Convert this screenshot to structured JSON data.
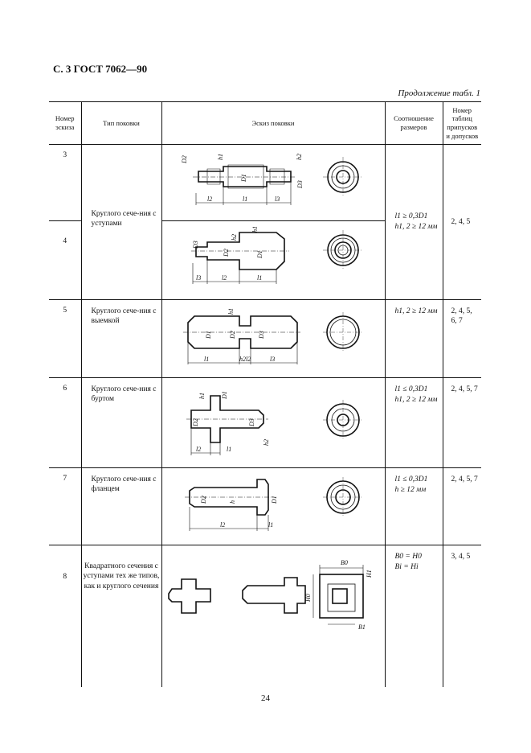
{
  "header": {
    "title": "С. 3 ГОСТ 7062—90",
    "continuation": "Продолжение табл. 1"
  },
  "columns": [
    "Номер эскиза",
    "Тип поковки",
    "Эскиз поковки",
    "Соотношение размеров",
    "Номер таблиц припусков и допусков"
  ],
  "rows": [
    {
      "num": "3",
      "type": "Круглого сече-ния с уступами",
      "relation": "l1 ≥ 0,3D1\nh1, 2 ≥ 12 мм",
      "tables": "2, 4, 5"
    },
    {
      "num": "4"
    },
    {
      "num": "5",
      "type": "Круглого сече-ния с выемкой",
      "relation": "h1, 2 ≥ 12 мм",
      "tables": "2, 4, 5, 6, 7"
    },
    {
      "num": "6",
      "type": "Круглого сече-ния с буртом",
      "relation": "l1 ≤ 0,3D1\nh1, 2 ≥ 12 мм",
      "tables": "2, 4, 5, 7"
    },
    {
      "num": "7",
      "type": "Круглого сече-ния с фланцем",
      "relation": "l1 ≤ 0,3D1\nh ≥ 12 мм",
      "tables": "2, 4, 5, 7"
    },
    {
      "num": "8",
      "type": "Квадратного сечения с уступами тех же типов, как и круглого сечения",
      "relation": "B0 = H0\nBi = Hi",
      "tables": "3, 4, 5"
    }
  ],
  "sketch_labels": {
    "r3": [
      "D2",
      "h1",
      "h2",
      "D1",
      "D3",
      "l2",
      "l1",
      "l3"
    ],
    "r4": [
      "D3",
      "D2",
      "h2",
      "h1",
      "D1",
      "l3",
      "l2",
      "l1"
    ],
    "r5": [
      "h1",
      "D1",
      "D2",
      "D3",
      "l1",
      "h2",
      "l2",
      "l3"
    ],
    "r6": [
      "h1",
      "D1",
      "D2",
      "D3",
      "h2",
      "l2",
      "l1"
    ],
    "r7": [
      "D2",
      "h",
      "D1",
      "l2",
      "l1"
    ],
    "r8": [
      "B0",
      "H0",
      "H1",
      "B1"
    ]
  },
  "page_number": "24"
}
